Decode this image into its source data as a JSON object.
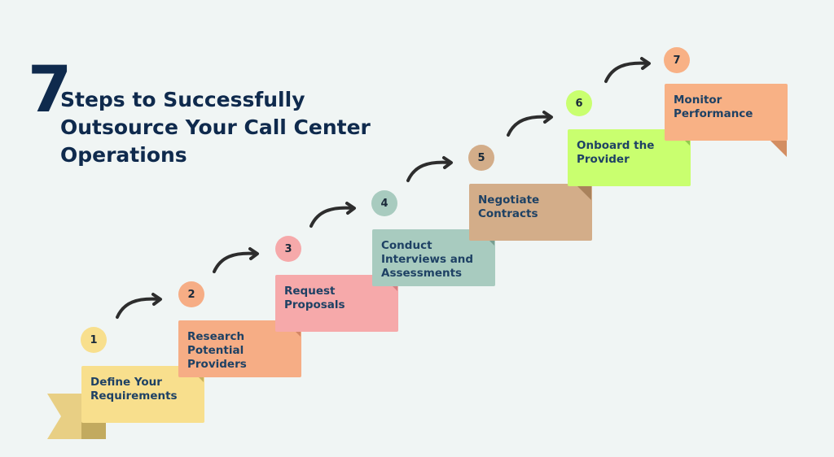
{
  "title": {
    "number": "7",
    "lines": [
      "Steps to Successfully",
      "Outsource Your Call Center",
      "Operations"
    ]
  },
  "steps": [
    {
      "number": "1",
      "lines": [
        "Define Your",
        "Requirements"
      ],
      "color": "#f8df8d",
      "circle_color": "#f8df8d",
      "fold_color": "#c9b15e"
    },
    {
      "number": "2",
      "lines": [
        "Research Potential",
        "Providers"
      ],
      "color": "#f6ad85",
      "circle_color": "#f6ad85",
      "fold_color": "#d48664"
    },
    {
      "number": "3",
      "lines": [
        "Request",
        "Proposals"
      ],
      "color": "#f6a9aa",
      "circle_color": "#f6a9aa",
      "fold_color": "#d67f82"
    },
    {
      "number": "4",
      "lines": [
        "Conduct",
        "Interviews and",
        "Assessments"
      ],
      "color": "#a8cbbf",
      "circle_color": "#a8cbbf",
      "fold_color": "#789e91"
    },
    {
      "number": "5",
      "lines": [
        "Negotiate",
        "Contracts"
      ],
      "color": "#d3ad89",
      "circle_color": "#d3ad89",
      "fold_color": "#a9825c"
    },
    {
      "number": "6",
      "lines": [
        "Onboard the",
        "Provider"
      ],
      "color": "#c9ff6f",
      "circle_color": "#c9ff6f",
      "fold_color": "#91c84e"
    },
    {
      "number": "7",
      "lines": [
        "Monitor",
        "Performance"
      ],
      "color": "#f8b185",
      "circle_color": "#f8b185",
      "fold_color": "#d38e62"
    }
  ],
  "colors": {
    "background": "#f0f5f4",
    "title": "#0f2a4d",
    "step_text": "#1e4164",
    "arrow": "#2d2d2d",
    "ribbon": "#e8cf84",
    "ribbon_shadow": "#c2aa5f"
  },
  "icons": {
    "arrow_icon": "curved-arrow-icon",
    "ribbon_icon": "ribbon-tail-icon"
  }
}
